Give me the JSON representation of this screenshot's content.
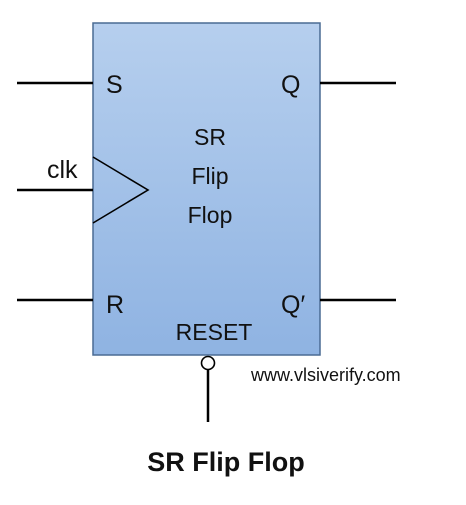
{
  "diagram": {
    "block": {
      "title_lines": [
        "SR",
        "Flip",
        "Flop"
      ],
      "fill_top": "#b6cfee",
      "fill_bottom": "#8fb3e2",
      "border": "#4a6b94"
    },
    "pins": {
      "s": "S",
      "r": "R",
      "q": "Q",
      "q_bar": "Q′",
      "clk": "clk",
      "reset": "RESET"
    },
    "website": "www.vlsiverify.com",
    "caption": "SR Flip Flop"
  }
}
